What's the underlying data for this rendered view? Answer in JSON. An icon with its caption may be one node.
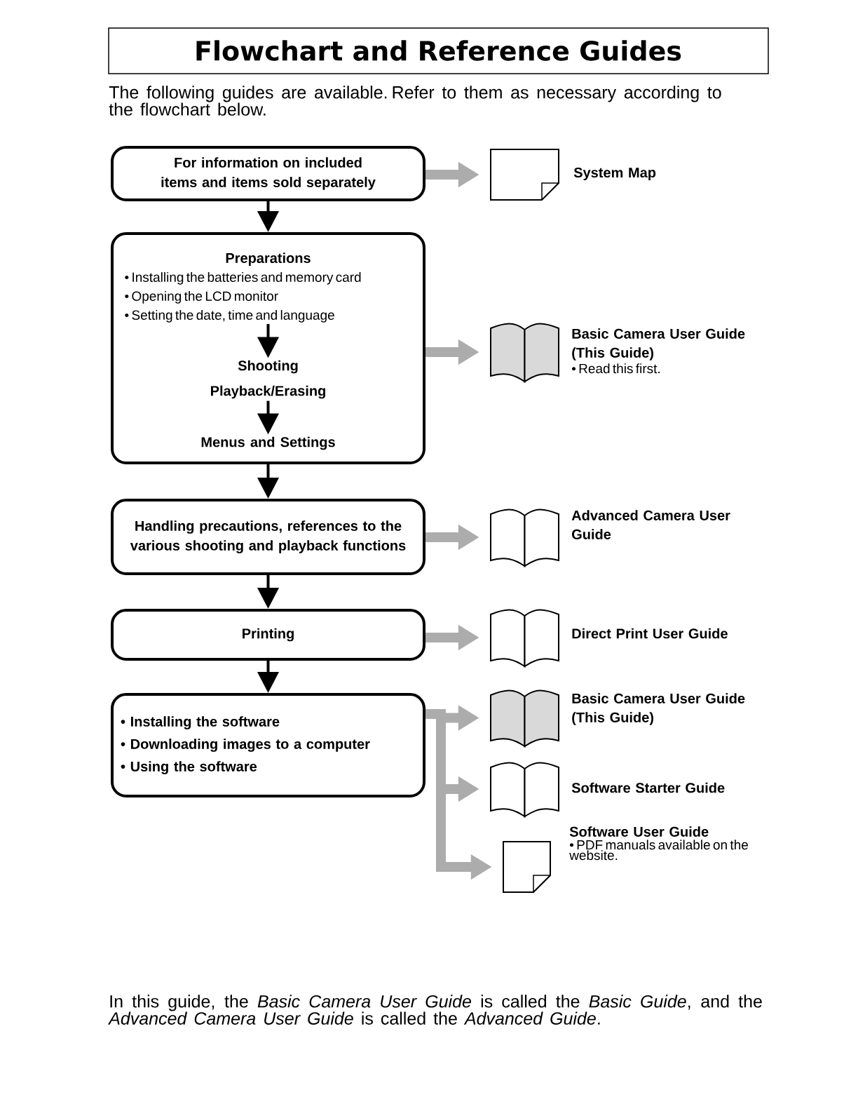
{
  "diagram": {
    "title": "Flowchart and Reference Guides",
    "nodes": [
      {
        "text": [
          "For information on included items and items sold separately"
        ]
      },
      {
        "text": [],
        "shape": "document",
        "beside": [
          "System Map"
        ]
      },
      {
        "text": [],
        "shape": "box"
      },
      {
        "text": [
          "Preparations",
          "• Installing the batteries and memory card",
          "• Opening the LCD monitor",
          "• Setting the date, time and language"
        ],
        "in": 2
      },
      {
        "text": [
          "Shooting"
        ],
        "in": 2
      },
      {
        "text": [
          "Playback/Erasing"
        ],
        "in": 2
      },
      {
        "text": [
          "Menus and Settings"
        ],
        "in": 2
      },
      {
        "text": [],
        "shape": "book",
        "beside": [
          "Basic Camera User Guide (This Guide)",
          "• Read this first."
        ]
      },
      {
        "text": [
          "Handling precautions, references to the various shooting and playback functions"
        ]
      },
      {
        "text": [],
        "shape": "book",
        "beside": [
          "Advanced Camera User Guide"
        ]
      },
      {
        "text": [
          "Printing"
        ]
      },
      {
        "text": [],
        "shape": "book",
        "beside": [
          "Direct Print User Guide"
        ]
      },
      {
        "text": [
          "• Installing the software",
          "• Downloading images to a computer",
          "• Using the software"
        ]
      },
      {
        "text": [],
        "shape": "book",
        "beside": [
          "Basic Camera User Guide (This Guide)"
        ]
      },
      {
        "text": [],
        "shape": "book",
        "beside": [
          "Software Starter Guide"
        ]
      },
      {
        "text": [],
        "shape": "document",
        "beside": [
          "Software User Guide",
          "• PDF manuals available on the website."
        ]
      }
    ],
    "edges": [
      {
        "from": 0,
        "to": 1,
        "arrow": "to"
      },
      {
        "from": 0,
        "to": 2,
        "arrow": "to",
        "color": "#000000"
      },
      {
        "from": 3,
        "to": 4,
        "arrow": "to",
        "color": "#000000"
      },
      {
        "from": 5,
        "to": 6,
        "arrow": "to",
        "color": "#000000"
      },
      {
        "from": 2,
        "to": 7,
        "arrow": "to"
      },
      {
        "from": 2,
        "to": 8,
        "arrow": "to",
        "color": "#000000"
      },
      {
        "from": 8,
        "to": 9,
        "arrow": "to"
      },
      {
        "from": 8,
        "to": 10,
        "arrow": "to",
        "color": "#000000"
      },
      {
        "from": 10,
        "to": 11,
        "arrow": "to"
      },
      {
        "from": 10,
        "to": 12,
        "arrow": "to",
        "color": "#000000"
      },
      {
        "from": 12,
        "to": 13,
        "arrow": "to"
      },
      {
        "from": 12,
        "to": 14,
        "arrow": "to"
      },
      {
        "from": 12,
        "to": 15,
        "arrow": "to"
      }
    ],
    "labels": [
      "The following guides are available. Refer to them as necessary according to the flowchart below.",
      "In this guide, the *Basic Camera User Guide* is called the *Basic Guide*, and the *Advanced Camera User Guide* is called the *Advanced Guide*."
    ]
  }
}
